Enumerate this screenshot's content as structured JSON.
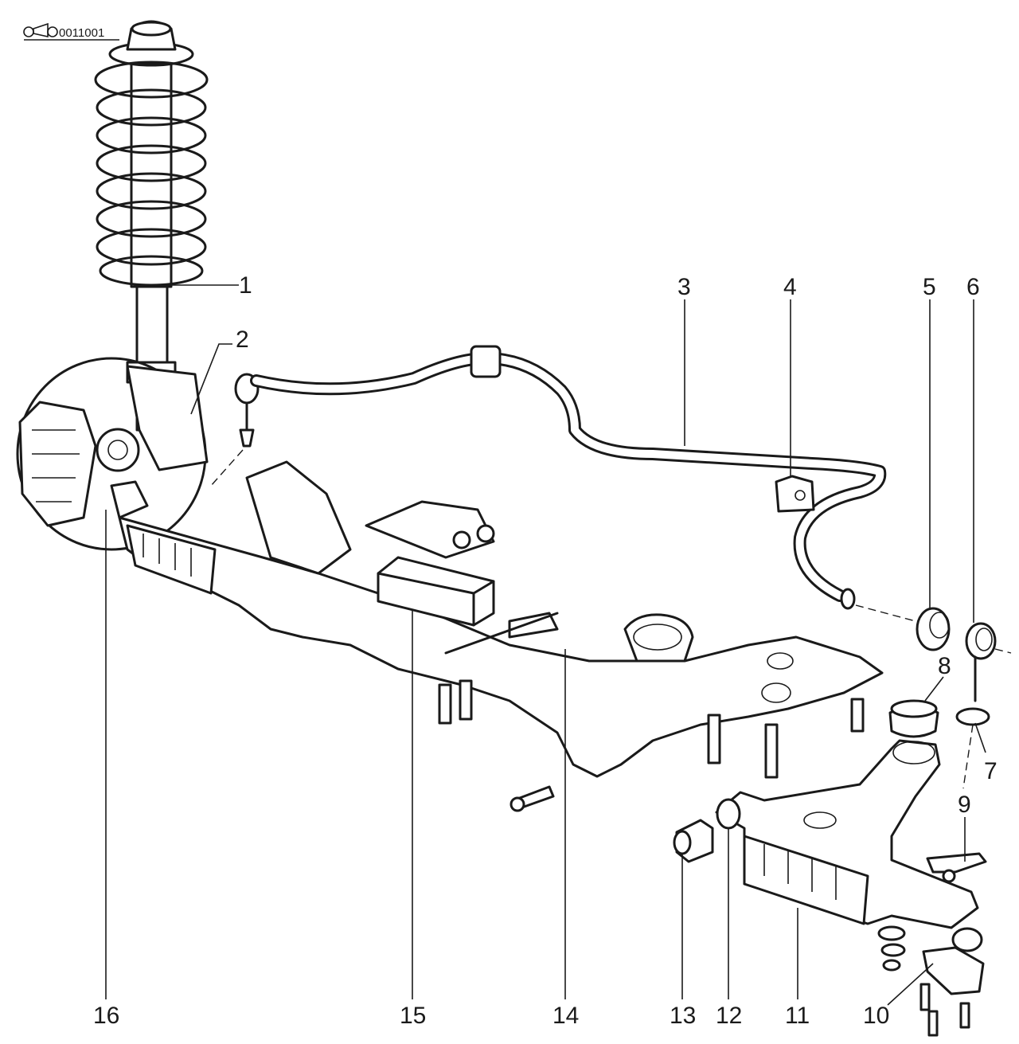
{
  "catalog_code": "0011001",
  "colors": {
    "ink": "#1a1a1a",
    "background": "#ffffff"
  },
  "callouts": [
    {
      "id": "1",
      "label": "1"
    },
    {
      "id": "2",
      "label": "2"
    },
    {
      "id": "3",
      "label": "3"
    },
    {
      "id": "4",
      "label": "4"
    },
    {
      "id": "5",
      "label": "5"
    },
    {
      "id": "6",
      "label": "6"
    },
    {
      "id": "7",
      "label": "7"
    },
    {
      "id": "8",
      "label": "8"
    },
    {
      "id": "9",
      "label": "9"
    },
    {
      "id": "10",
      "label": "10"
    },
    {
      "id": "11",
      "label": "11"
    },
    {
      "id": "12",
      "label": "12"
    },
    {
      "id": "13",
      "label": "13"
    },
    {
      "id": "14",
      "label": "14"
    },
    {
      "id": "15",
      "label": "15"
    },
    {
      "id": "16",
      "label": "16"
    }
  ]
}
